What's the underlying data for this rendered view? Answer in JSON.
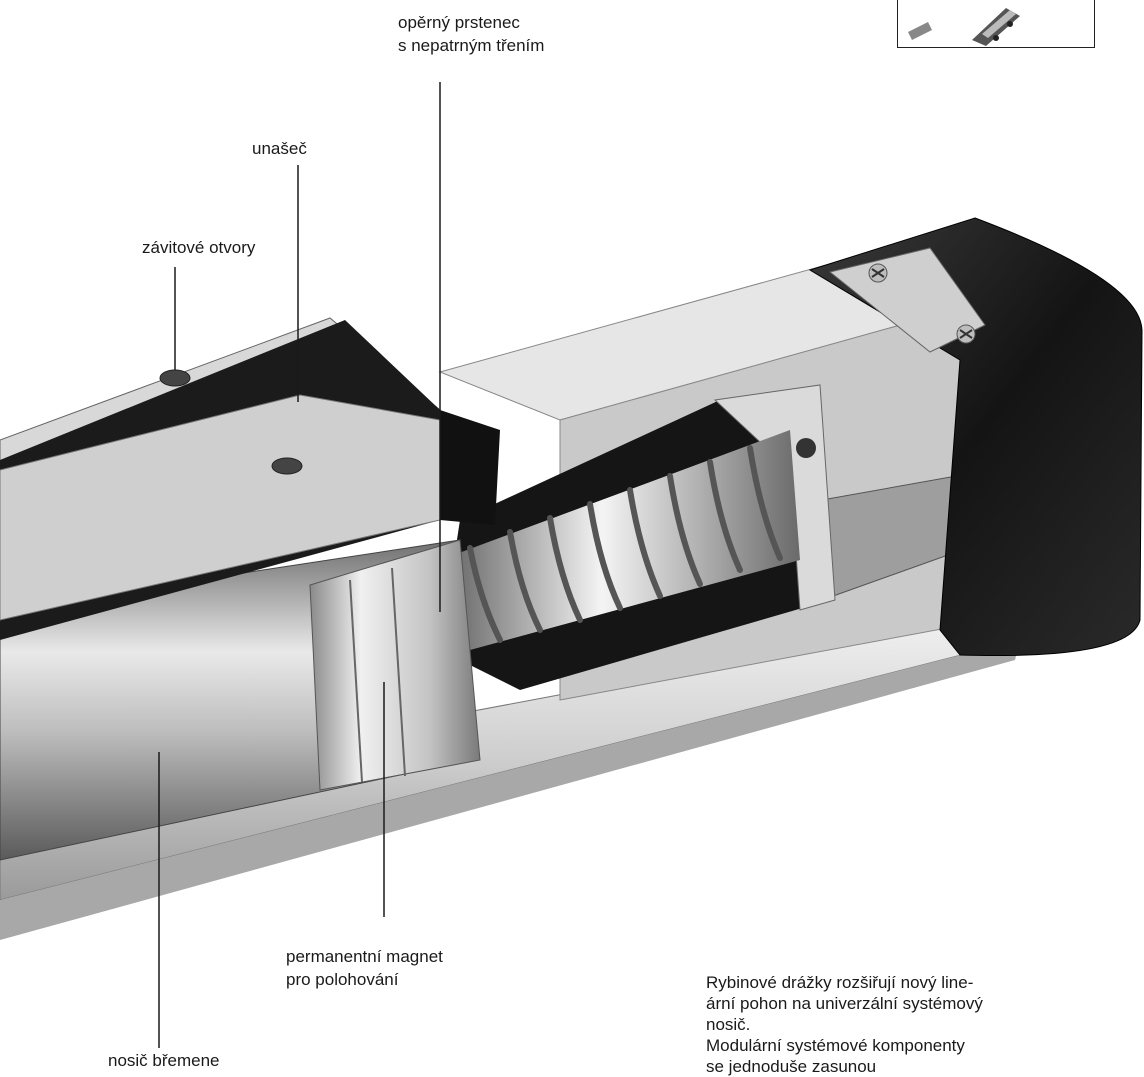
{
  "labels": {
    "support_ring_line1": "opěrný prstenec",
    "support_ring_line2": "s nepatrným třením",
    "driver": "unašeč",
    "threaded_holes": "závitové otvory",
    "magnet_line1": "permanentní magnet",
    "magnet_line2": "pro polohování",
    "load_carrier": "nosič břemene"
  },
  "description": {
    "line1": "Rybinové drážky rozšiřují nový line-",
    "line2": "ární pohon na univerzální systémový",
    "line3": "nosič.",
    "line4": "Modulární systémové komponenty",
    "line5": "se jednoduše zasunou"
  },
  "colors": {
    "housing_black": "#1b1b1b",
    "aluminium": "#d4d4d4",
    "ink": "#1a1a1a"
  }
}
